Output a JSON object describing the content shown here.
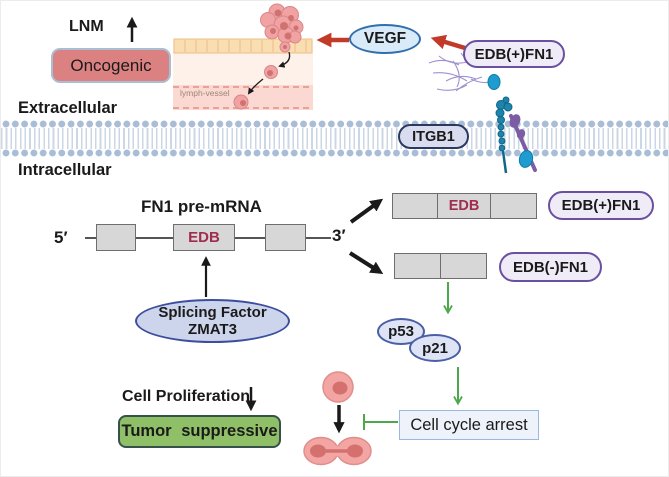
{
  "colors": {
    "oncogenic_fill": "#dc8181",
    "oncogenic_border": "#a9bed2",
    "vegf_fill": "#d9eaf8",
    "vegf_border": "#2f6fad",
    "purple_fill": "#efecf8",
    "purple_border": "#6b4fa0",
    "itgb1_fill": "#d9dcee",
    "itgb1_border": "#2a3a5e",
    "exon_fill": "#d7d7d7",
    "exon_border": "#6e6e6e",
    "edb_text": "#a12d4e",
    "zmat3_fill": "#ccd5ec",
    "zmat3_border": "#3c4e9e",
    "p_oval_fill": "#dee4f5",
    "p_oval_border": "#4a5fa5",
    "arrest_fill": "#eef3fb",
    "arrest_border": "#9db8dd",
    "tumor_fill": "#8fc068",
    "tumor_border": "#36514a",
    "green": "#4da84a",
    "red": "#c23b28",
    "membrane": "#a9bdd6"
  },
  "extracellular_zone": {
    "lnm_label": "LNM",
    "oncogenic_label": "Oncogenic",
    "lymph_vessel_label": "lymph-vessel",
    "vegf_label": "VEGF",
    "edb_plus_fn1_label": "EDB(+)FN1",
    "extracellular_label": "Extracellular"
  },
  "membrane_zone": {
    "itgb1_label": "ITGB1",
    "intracellular_label": "Intracellular"
  },
  "premrna": {
    "title": "FN1 pre-mRNA",
    "five_prime": "5′",
    "three_prime": "3′",
    "edb_exon": "EDB",
    "splicing_factor_line1": "Splicing Factor",
    "splicing_factor_line2": "ZMAT3"
  },
  "isoforms": {
    "edb_plus_exon": "EDB",
    "edb_plus_name": "EDB(+)FN1",
    "edb_minus_name": "EDB(-)FN1"
  },
  "downstream": {
    "p53_label": "p53",
    "p21_label": "p21",
    "cell_cycle_arrest_label": "Cell cycle arrest",
    "cell_proliferation_label": "Cell Proliferation",
    "tumor_suppressive_label": "Tumor suppressive"
  }
}
